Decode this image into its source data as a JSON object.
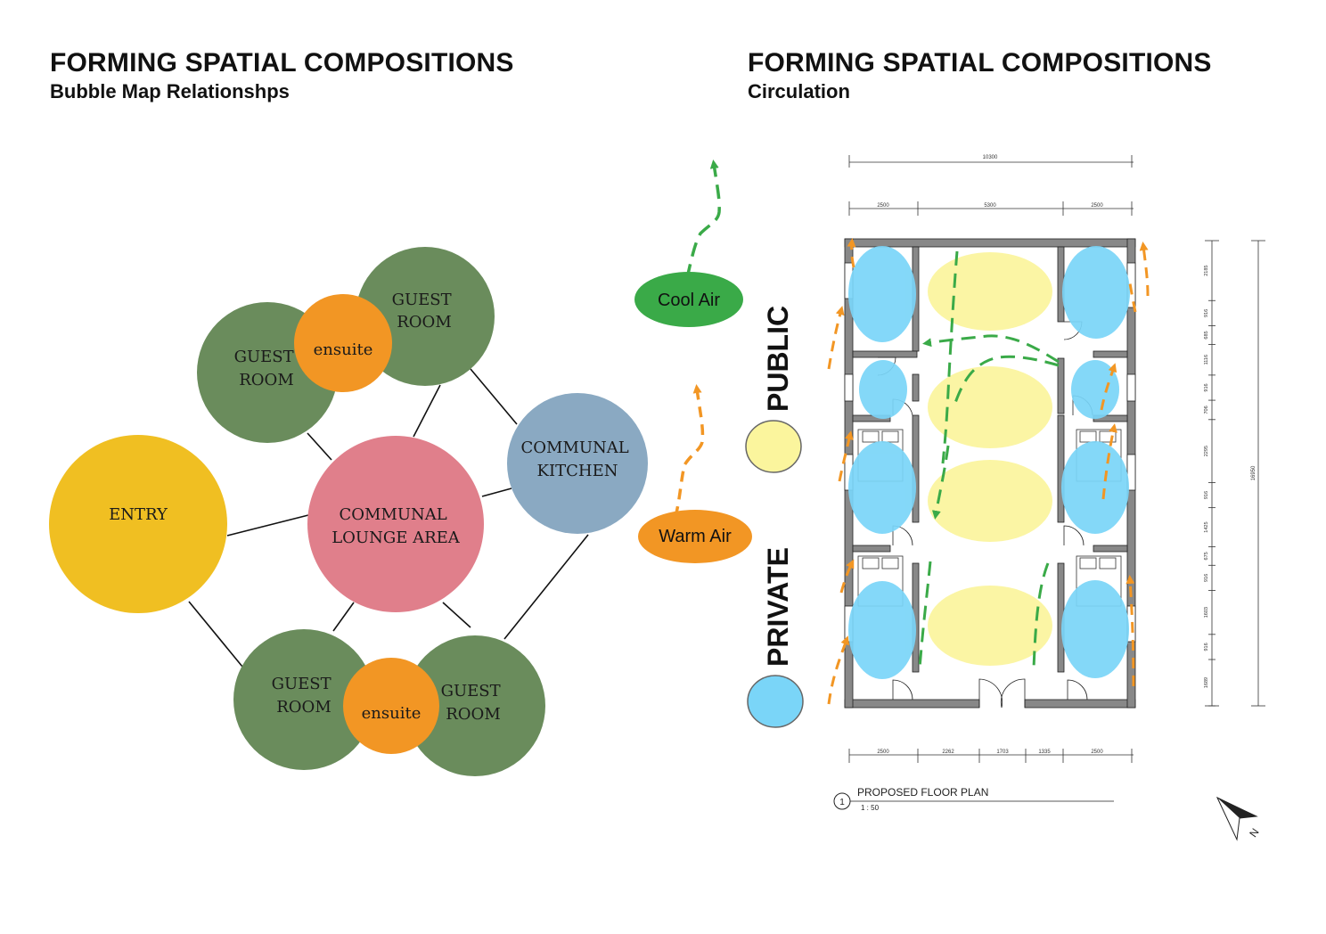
{
  "left_heading": {
    "title": "FORMING SPATIAL COMPOSITIONS",
    "subtitle": "Bubble Map Relationshps"
  },
  "right_heading": {
    "title": "FORMING SPATIAL COMPOSITIONS",
    "subtitle": "Circulation"
  },
  "bubble_map": {
    "entry": [
      "ENTRY"
    ],
    "lounge": [
      "COMMUNAL",
      "LOUNGE AREA"
    ],
    "kitchen": [
      "COMMUNAL",
      "KITCHEN"
    ],
    "guest_room": [
      "GUEST",
      "ROOM"
    ],
    "ensuite": "ensuite",
    "colors": {
      "entry": "#f0bf22",
      "lounge": "#e07f8b",
      "kitchen": "#8aa9c2",
      "guest": "#6a8c5c",
      "ensuite": "#f29624"
    }
  },
  "airflow": {
    "cool_label": "Cool Air",
    "warm_label": "Warm Air",
    "cool_color": "#3aaa48",
    "warm_color": "#f29624"
  },
  "zones": {
    "public_label": "PUBLIC",
    "private_label": "PRIVATE",
    "public_color": "#fbf59d",
    "private_color": "#7ad5f8"
  },
  "floor_plan": {
    "title_number": "1",
    "title": "PROPOSED FLOOR PLAN",
    "scale": "1 : 50",
    "dim_total_top": "10300",
    "dim_top_segments": [
      "2500",
      "5300",
      "2500"
    ],
    "dim_bottom_segments": [
      "2500",
      "2262",
      "1703",
      "1335",
      "2500"
    ],
    "dim_vertical_segments": [
      "2185",
      "916",
      "685",
      "1116",
      "916",
      "706",
      "2295",
      "916",
      "1425",
      "675",
      "916",
      "1603",
      "916",
      "1689"
    ],
    "dim_total_vertical": "16950",
    "north_label": "N"
  }
}
